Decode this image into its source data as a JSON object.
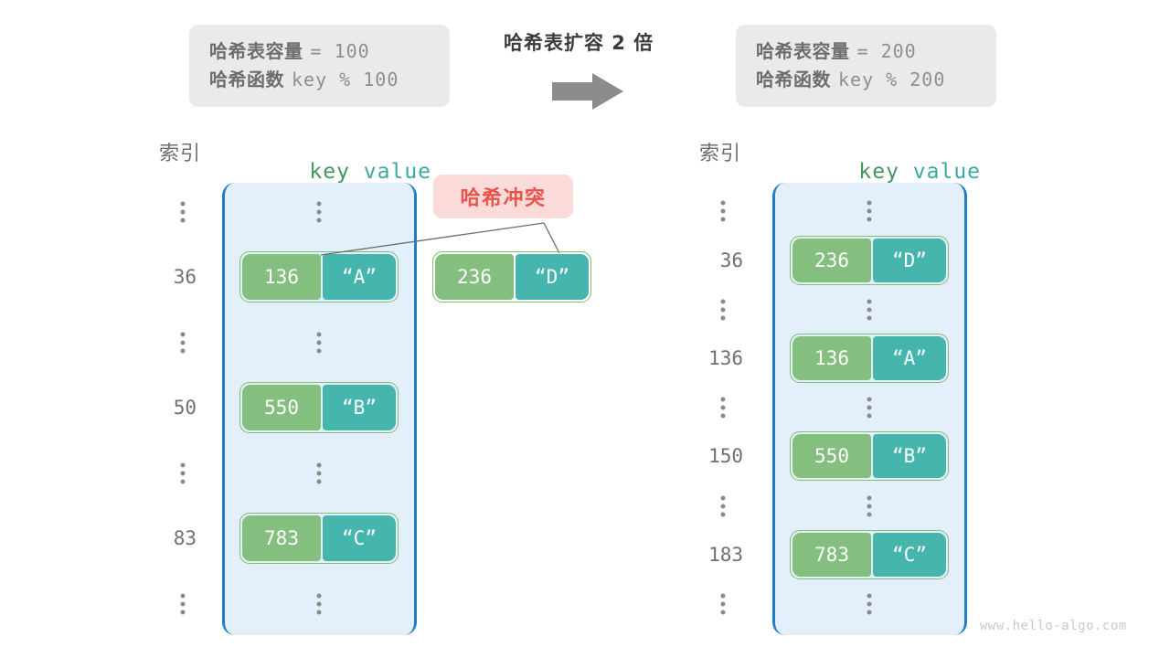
{
  "meta": {
    "watermark": "www.hello-algo.com",
    "colors": {
      "bucket_fill": "#e3f0fb",
      "bucket_border": "#1f7fc4",
      "key_cell": "#84bf7f",
      "value_cell": "#46b5ae",
      "pair_border": "#7fbf6e",
      "callout_bg": "#fadbd9",
      "callout_text": "#e8544a",
      "info_box_bg": "#eaeaea",
      "arrow": "#8c8c8c"
    }
  },
  "middle": {
    "title": "哈希表扩容 2 倍",
    "arrow_icon": "right-arrow-icon"
  },
  "left": {
    "info": {
      "capacity_label": "哈希表容量",
      "capacity_value": "= 100",
      "function_label": "哈希函数",
      "function_value": "key % 100"
    },
    "headers": {
      "index": "索引",
      "key": "key",
      "value": "value"
    },
    "rows": [
      {
        "type": "dots",
        "index": ""
      },
      {
        "type": "entry",
        "index": "36",
        "key": "136",
        "value": "“A”"
      },
      {
        "type": "dots",
        "index": ""
      },
      {
        "type": "entry",
        "index": "50",
        "key": "550",
        "value": "“B”"
      },
      {
        "type": "dots",
        "index": ""
      },
      {
        "type": "entry",
        "index": "83",
        "key": "783",
        "value": "“C”"
      },
      {
        "type": "dots",
        "index": ""
      }
    ],
    "collision": {
      "label": "哈希冲突",
      "entry": {
        "key": "236",
        "value": "“D”"
      }
    }
  },
  "right": {
    "info": {
      "capacity_label": "哈希表容量",
      "capacity_value": "= 200",
      "function_label": "哈希函数",
      "function_value": "key % 200"
    },
    "headers": {
      "index": "索引",
      "key": "key",
      "value": "value"
    },
    "rows": [
      {
        "type": "dots",
        "index": ""
      },
      {
        "type": "entry",
        "index": "36",
        "key": "236",
        "value": "“D”"
      },
      {
        "type": "dots",
        "index": ""
      },
      {
        "type": "entry",
        "index": "136",
        "key": "136",
        "value": "“A”"
      },
      {
        "type": "dots",
        "index": ""
      },
      {
        "type": "entry",
        "index": "150",
        "key": "550",
        "value": "“B”"
      },
      {
        "type": "dots",
        "index": ""
      },
      {
        "type": "entry",
        "index": "183",
        "key": "783",
        "value": "“C”"
      },
      {
        "type": "dots",
        "index": ""
      }
    ]
  }
}
